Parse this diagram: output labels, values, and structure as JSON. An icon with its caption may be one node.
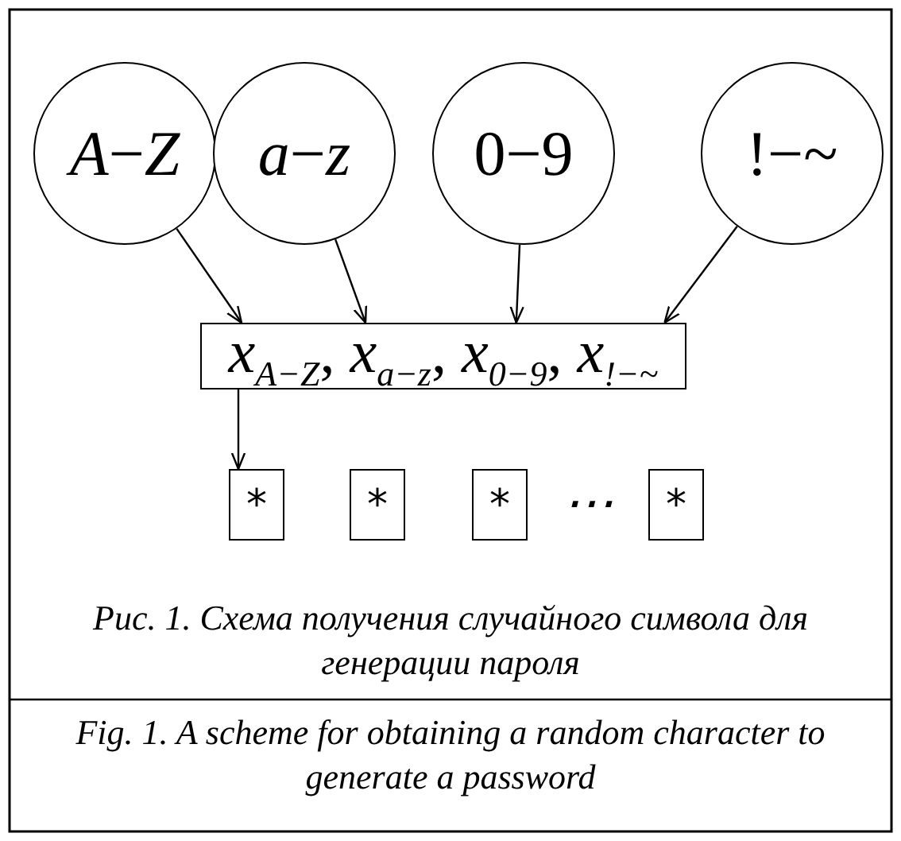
{
  "diagram": {
    "caption": "Рис. 1. Схема получения случайного символа для генерации пароля",
    "nodes": [
      {
        "text": [
          "*A*−*Z*"
        ]
      },
      {
        "text": [
          "*a*−*z*"
        ]
      },
      {
        "text": [
          "0−9"
        ]
      },
      {
        "text": [
          "!−~"
        ]
      },
      {
        "text": [
          "*x*$_{A−Z}$, *x*$_{a−z}$, *x*$_{0−9}$, *x*$_{!−~}$"
        ]
      },
      {
        "text": [
          "*"
        ]
      },
      {
        "text": [
          "*"
        ]
      },
      {
        "text": [
          "*"
        ]
      },
      {
        "text": [
          "*"
        ]
      }
    ],
    "edges": [
      {
        "from": 0,
        "to": 4,
        "arrow": "to"
      },
      {
        "from": 1,
        "to": 4,
        "arrow": "to"
      },
      {
        "from": 2,
        "to": 4,
        "arrow": "to"
      },
      {
        "from": 3,
        "to": 4,
        "arrow": "to"
      },
      {
        "from": 4,
        "to": 5,
        "arrow": "to"
      }
    ],
    "labels": [
      "⋯",
      "Fig. 1. A scheme for obtaining a random character to generate a password"
    ]
  }
}
